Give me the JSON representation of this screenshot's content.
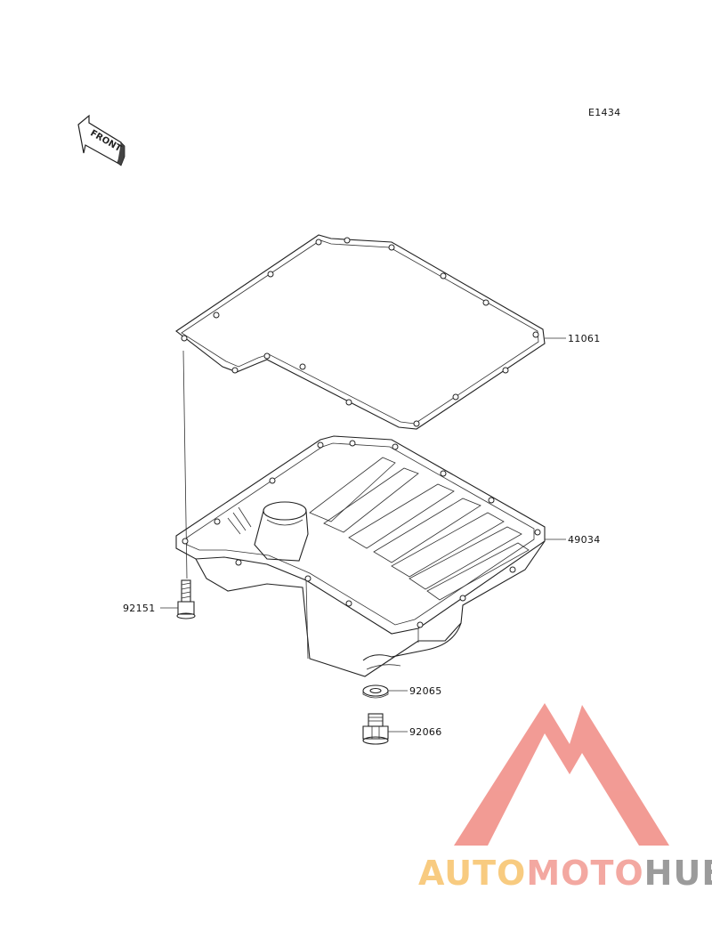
{
  "diagram": {
    "code": "E1434",
    "front_label": "FRONT",
    "parts": [
      {
        "number": "11061",
        "name": "gasket"
      },
      {
        "number": "49034",
        "name": "oil-pan"
      },
      {
        "number": "92151",
        "name": "bolt"
      },
      {
        "number": "92065",
        "name": "washer"
      },
      {
        "number": "92066",
        "name": "drain-plug"
      }
    ]
  },
  "watermark": {
    "part1": "AUTO",
    "part2": "MOTO",
    "part3": "HUB",
    "colors": {
      "auto": "#f7c36b",
      "moto": "#f19a91",
      "hub": "#8a8a8a",
      "triangle": "#f08a82"
    }
  }
}
